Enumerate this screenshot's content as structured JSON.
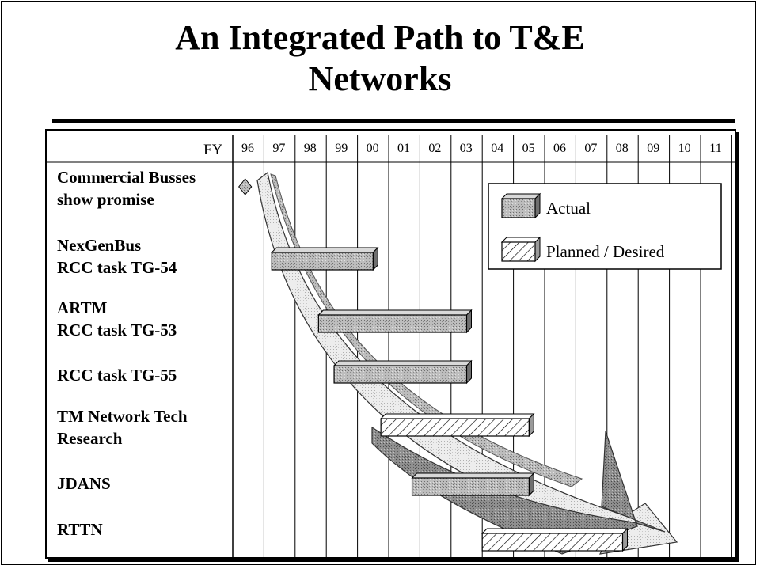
{
  "title_line1": "An Integrated Path to T&E",
  "title_line2": "Networks",
  "chart_data": {
    "type": "gantt",
    "axis_label": "FY",
    "years": [
      "96",
      "97",
      "98",
      "99",
      "00",
      "01",
      "02",
      "03",
      "04",
      "05",
      "06",
      "07",
      "08",
      "09",
      "10",
      "11"
    ],
    "legend": [
      {
        "name": "Actual",
        "style": "solid"
      },
      {
        "name": "Planned / Desired",
        "style": "hatched"
      }
    ],
    "tasks": [
      {
        "line1": "Commercial Busses",
        "line2": "show promise",
        "kind": "milestone",
        "at": "96.5"
      },
      {
        "line1": "NexGenBus",
        "line2": "RCC task TG-54",
        "kind": "Actual",
        "start": "97.25",
        "end": "00.5"
      },
      {
        "line1": "ARTM",
        "line2": "RCC task TG-53",
        "kind": "Actual",
        "start": "98.75",
        "end": "03.5"
      },
      {
        "line1": "RCC task TG-55",
        "line2": "",
        "kind": "Actual",
        "start": "99.25",
        "end": "03.5"
      },
      {
        "line1": "TM Network Tech",
        "line2": "Research",
        "kind": "Planned / Desired",
        "start": "00.75",
        "end": "05.5"
      },
      {
        "line1": "JDANS",
        "line2": "",
        "kind": "Actual",
        "start": "01.75",
        "end": "05.5"
      },
      {
        "line1": "RTTN",
        "line2": "",
        "kind": "Planned / Desired",
        "start": "04.0",
        "end": "08.5"
      }
    ]
  }
}
